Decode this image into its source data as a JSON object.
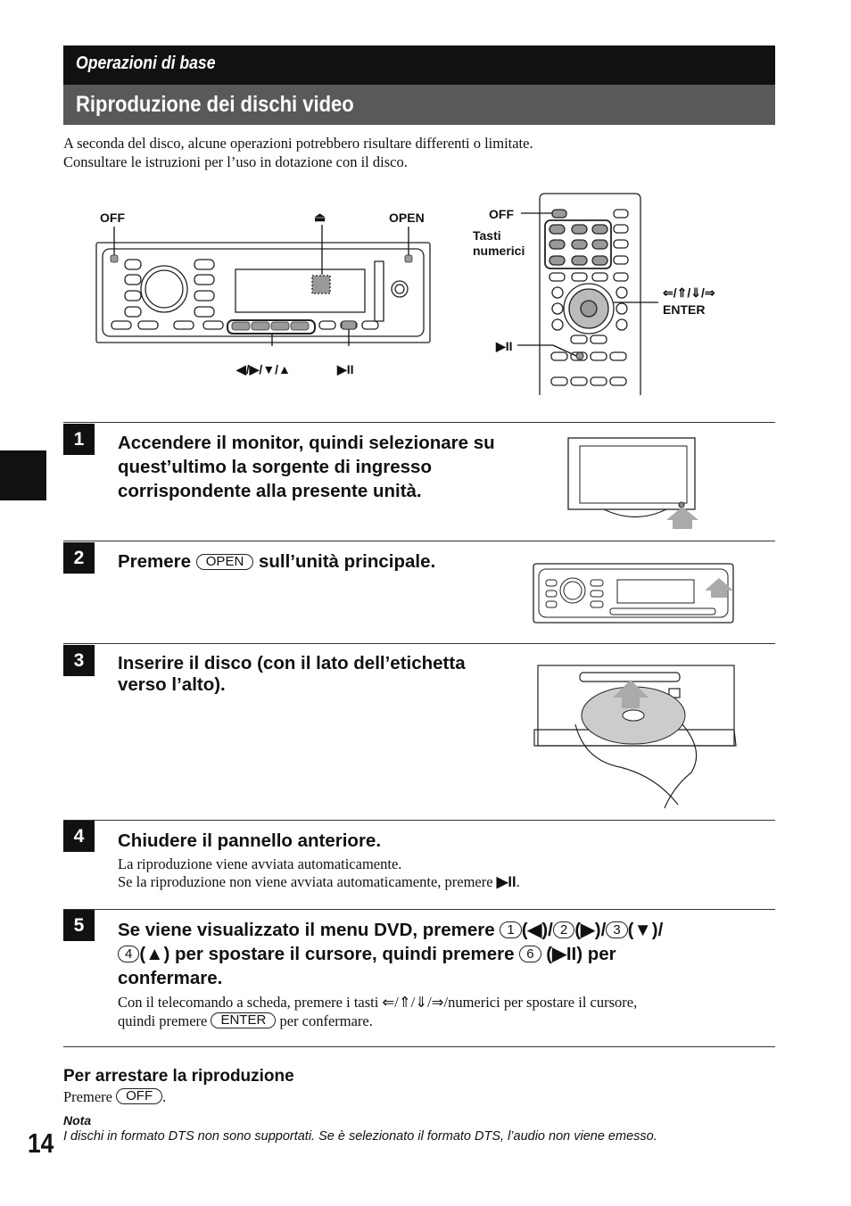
{
  "header": {
    "section": "Operazioni di base",
    "title": "Riproduzione dei dischi video"
  },
  "intro": {
    "line1": "A seconda del disco, alcune operazioni potrebbero risultare differenti o limitate.",
    "line2": "Consultare le istruzioni per l’uso in dotazione con il disco."
  },
  "figure": {
    "unit_off": "OFF",
    "unit_eject": "⏏",
    "unit_open": "OPEN",
    "unit_arrows": "◀/▶/▼/▲",
    "unit_play": "▶II",
    "remote_off": "OFF",
    "remote_tasti": "Tasti",
    "remote_numerici": "numerici",
    "remote_arrows": "⇐/⇑/⇓/⇒",
    "remote_enter": "ENTER",
    "remote_play": "▶II"
  },
  "steps": [
    {
      "num": "1",
      "heading": "Accendere il monitor, quindi selezionare su quest’ultimo la sorgente di ingresso corrispondente alla presente unità."
    },
    {
      "num": "2",
      "heading_a": "Premere",
      "key": "OPEN",
      "heading_b": "sull’unità principale."
    },
    {
      "num": "3",
      "heading": "Inserire il disco (con il lato dell’etichetta verso l’alto)."
    },
    {
      "num": "4",
      "heading": "Chiudere il pannello anteriore.",
      "body1": "La riproduzione viene avviata automaticamente.",
      "body2a": "Se la riproduzione non viene avviata automaticamente, premere",
      "body2b": "▶II",
      "body2c": "."
    },
    {
      "num": "5",
      "h_a": "Se viene visualizzato il menu DVD, premere",
      "k1": "1",
      "h_b": "(◀)/",
      "k2": "2",
      "h_c": "(▶)/",
      "k3": "3",
      "h_d": "(▼)/",
      "k4": "4",
      "h_e": "(▲) per spostare il cursore, quindi premere",
      "k6": "6",
      "h_f": "(▶II) per",
      "h_g": "confermare.",
      "body_a": "Con il telecomando a scheda, premere i tasti ⇐/⇑/⇓/⇒/numerici per spostare il cursore,",
      "body_b": "quindi premere",
      "enter_key": "ENTER",
      "body_c": "per confermare."
    }
  ],
  "stop": {
    "heading": "Per arrestare la riproduzione",
    "text_a": "Premere",
    "key": "OFF",
    "text_b": "."
  },
  "note": {
    "heading": "Nota",
    "text": "I dischi in formato DTS non sono supportati. Se è selezionato il formato DTS, l’audio non viene emesso."
  },
  "page_number": "14"
}
